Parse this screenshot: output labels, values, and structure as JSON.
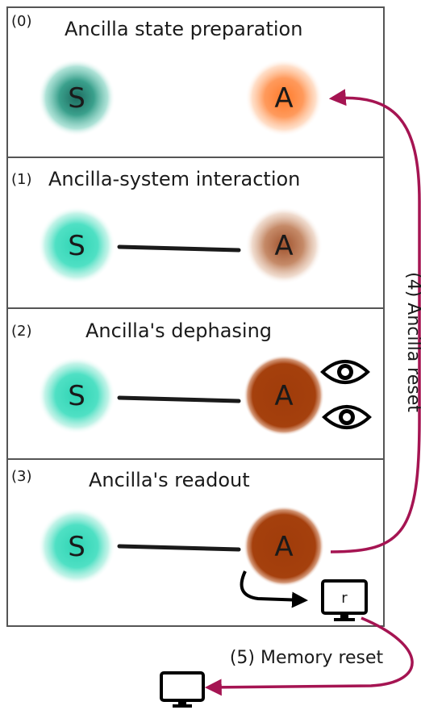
{
  "steps": [
    {
      "num": "(0)",
      "title": "Ancilla state preparation"
    },
    {
      "num": "(1)",
      "title": "Ancilla-system interaction"
    },
    {
      "num": "(2)",
      "title": "Ancilla's dephasing"
    },
    {
      "num": "(3)",
      "title": "Ancilla's readout"
    }
  ],
  "nodes": {
    "system": "S",
    "ancilla": "A"
  },
  "arrows": {
    "ancilla_reset": "(4) Ancilla reset",
    "memory_reset": "(5) Memory reset"
  },
  "monitor": {
    "label": "r"
  },
  "colors": {
    "system": "#2fd4b4",
    "system_dark": "#1c6b5f",
    "ancilla_light": "#ff8c45",
    "ancilla_mid": "#b06a45",
    "ancilla_dark": "#a5400d",
    "arrow": "#a51452"
  },
  "icons": [
    "eye-icon",
    "eye-icon",
    "monitor-icon",
    "monitor-icon"
  ]
}
